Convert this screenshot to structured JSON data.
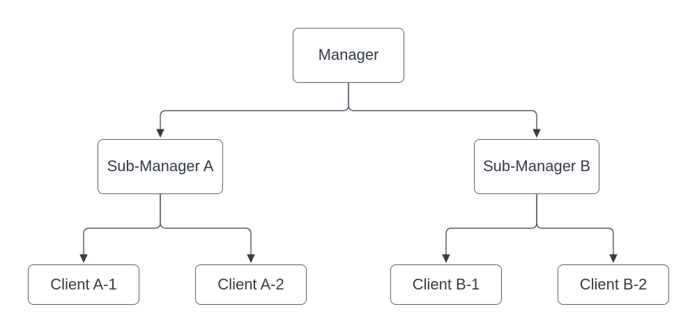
{
  "diagram_type": "org-chart-tree",
  "nodes": {
    "manager": {
      "label": "Manager"
    },
    "sub_a": {
      "label": "Sub-Manager A"
    },
    "sub_b": {
      "label": "Sub-Manager B"
    },
    "client_a1": {
      "label": "Client A-1"
    },
    "client_a2": {
      "label": "Client A-2"
    },
    "client_b1": {
      "label": "Client B-1"
    },
    "client_b2": {
      "label": "Client B-2"
    }
  },
  "edges": [
    {
      "from": "Manager",
      "to": "Sub-Manager A"
    },
    {
      "from": "Manager",
      "to": "Sub-Manager B"
    },
    {
      "from": "Sub-Manager A",
      "to": "Client A-1"
    },
    {
      "from": "Sub-Manager A",
      "to": "Client A-2"
    },
    {
      "from": "Sub-Manager B",
      "to": "Client B-1"
    },
    {
      "from": "Sub-Manager B",
      "to": "Client B-2"
    }
  ],
  "colors": {
    "background": "#ffffff",
    "node_fill": "#ffffff",
    "node_border": "#565c66",
    "connector": "#4d5360",
    "arrowhead": "#363d49",
    "text": "#333a44"
  }
}
